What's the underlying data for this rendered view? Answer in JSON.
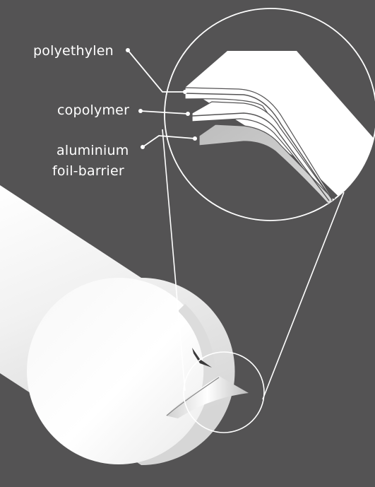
{
  "labels": {
    "polyethylene": "polyethylen",
    "copolymer": "copolymer",
    "aluminium_line1": "aluminium",
    "aluminium_line2": "foil-barrier"
  },
  "colors": {
    "background": "#545354",
    "layer_white": "#ffffff",
    "layer_foil": "#c9c9c9",
    "lines": "#ffffff"
  }
}
